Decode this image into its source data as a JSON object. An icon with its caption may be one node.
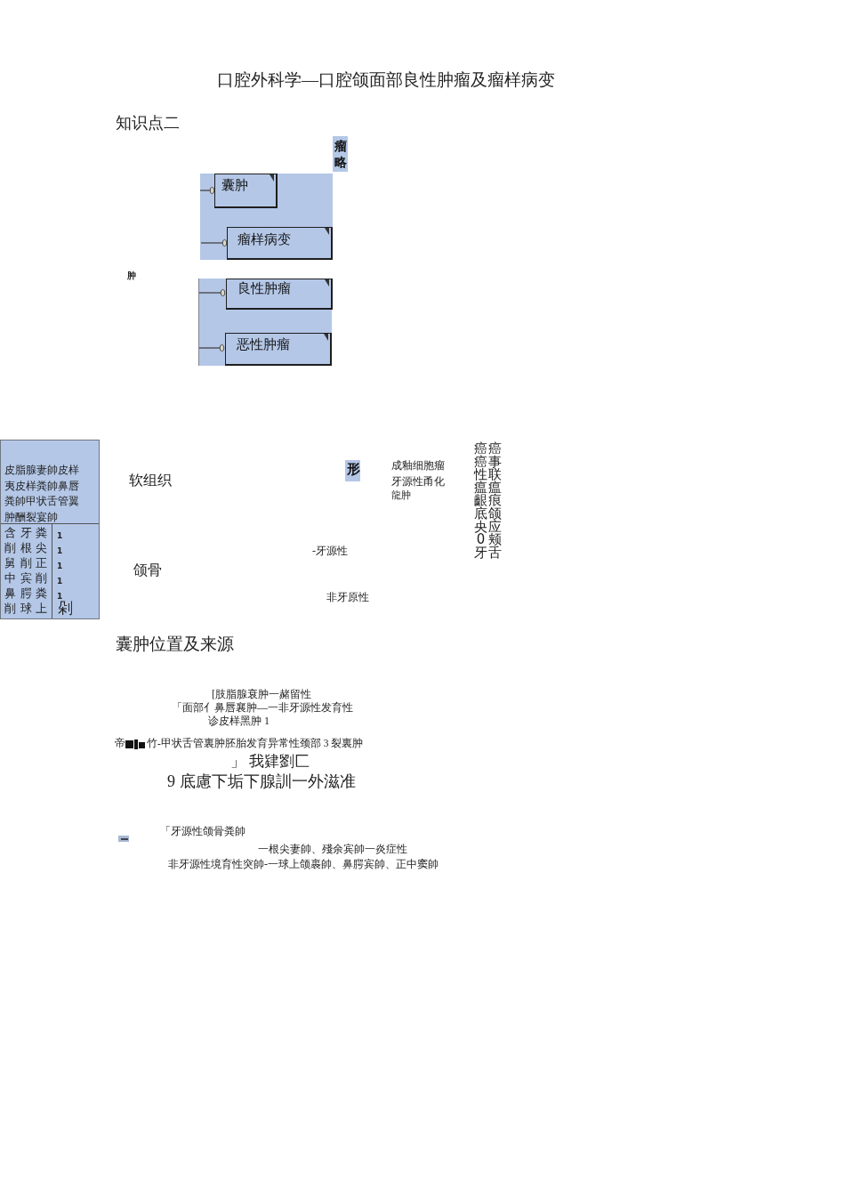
{
  "diagram": {
    "title": "口腔外科学—口腔颌面部良性肿瘤及瘤样病变",
    "nodes": [
      {
        "text": [
          "瘤略"
        ]
      },
      {
        "text": [],
        "shape": "box"
      },
      {
        "text": [
          "囊肿"
        ],
        "in": 1
      },
      {
        "text": [
          "瘤样病变"
        ],
        "in": 1
      },
      {
        "text": [],
        "shape": "box"
      },
      {
        "text": [
          "良性肿瘤"
        ],
        "in": 4
      },
      {
        "text": [
          "恶性肿瘤"
        ],
        "in": 4
      },
      {
        "text": [
          "皮脂腺妻帥皮样夷皮样粪帥鼻唇粪帥甲状舌管翼肿酬裂宴帥",
          "含牙粪",
          "1",
          "削根尖",
          "1",
          "舅削正",
          "1",
          "中宾削",
          "1",
          "鼻腭粪",
          "1",
          "削球上",
          "剁"
        ]
      },
      {
        "text": [
          "形"
        ]
      }
    ],
    "edges": [
      {
        "from": null,
        "to": 2,
        "arrow": "other"
      },
      {
        "from": null,
        "to": 3,
        "arrow": "other"
      },
      {
        "from": null,
        "to": 5,
        "arrow": "other"
      },
      {
        "from": null,
        "to": 6,
        "arrow": "other"
      }
    ],
    "labels": [
      "知识点二",
      "肿",
      "软组织",
      "成釉细胞瘤",
      "牙源性甬化",
      "龍肿",
      "癌癌性瘟齦底央0牙",
      "癌事联瘟痕颌应颊舌",
      "-牙源性",
      "颌骨",
      "非牙原性",
      "囊肿位置及来源",
      "[肢脂腺衰肿一赭留性",
      "「面部亻鼻唇襄肿—一非牙源性发育性",
      "诊皮样黑肿 1",
      "帝",
      "竹-甲状舌管裏肿胚胎发育异常性颈部 3 裂裏肿",
      "」 我肄劉匚",
      "9 底慮下垢下腺訓一外滋准",
      "「牙源性颌骨粪帥",
      "一根尖妻帥、殘余宾帥一炎症性",
      "非牙源性境育性突帥-一球上颌裹帥、鼻腭宾帥、正中窦帥"
    ]
  }
}
